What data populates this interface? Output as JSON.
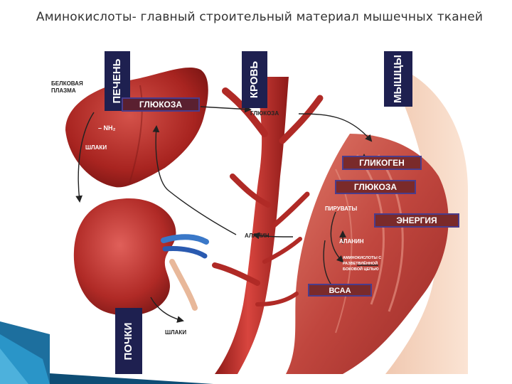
{
  "slide": {
    "title": "Аминокислоты- главный строительный материал мышечных тканей"
  },
  "diagram": {
    "columns": {
      "liver": "ПЕЧЕНЬ",
      "blood": "КРОВЬ",
      "muscles": "МЫШЦЫ",
      "kidneys": "ПОЧКИ"
    },
    "labels": {
      "plasma_protein_line1": "БЕЛКОВАЯ",
      "plasma_protein_line2": "ПЛАЗМА",
      "nh2": "– NH₂",
      "waste_liver": "ШЛАКИ",
      "glucose_liver": "ГЛЮКОЗА",
      "glucose_blood": "ГЛЮКОЗА",
      "glycogen": "ГЛИКОГЕН",
      "glucose_muscle": "ГЛЮКОЗА",
      "pyruvates": "ПИРУВАТЫ",
      "energy": "ЭНЕРГИЯ",
      "alanine_muscle": "АЛАНИН",
      "alanine_blood": "АЛАНИН",
      "amino_acids_line1": "АМИНОКИСЛОТЫ С",
      "amino_acids_line2": "РАЗВЕТВЛЁННОЙ",
      "amino_acids_line3": "БОКОВОЙ ЦЕПЬЮ",
      "vsac": "ВСАА",
      "waste_kidney": "ШЛАКИ"
    },
    "colors": {
      "organ_red": "#b8282a",
      "muscle_red": "#c2504a",
      "label_box_border": "#4a3c8c",
      "label_text": "#ffffff",
      "column_box": "#1e2050"
    }
  }
}
